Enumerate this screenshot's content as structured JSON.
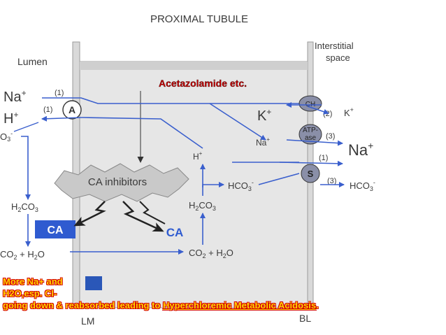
{
  "title": "PROXIMAL TUBULE",
  "labels": {
    "lumen": "Lumen",
    "interstitial_1": "Interstitial",
    "interstitial_2": "space",
    "lm": "LM",
    "bl": "BL",
    "drug": "Acetazolamide etc.",
    "ca_inhibitors": "CA inhibitors",
    "ca": "CA"
  },
  "lumen_side": {
    "na": "Na",
    "na_plus": "+",
    "na_step": "(1)",
    "h": "H",
    "h_plus": "+",
    "h_step": "(1)",
    "co3_partial": "O",
    "co3_sub": "3",
    "co3_charge": "-",
    "h2co3_a": "H",
    "h2co3_b": "2",
    "h2co3_c": "CO",
    "h2co3_d": "3",
    "co2_water": "CO",
    "co2_sub": "2",
    "co2_rest": " + H",
    "water_sub": "2",
    "water_o": "O"
  },
  "cell": {
    "transporter_a": "A",
    "h": "H",
    "h_plus": "+",
    "h2co3_a": "H",
    "h2co3_b": "2",
    "h2co3_c": "CO",
    "h2co3_d": "3",
    "co2": "CO",
    "co2_sub": "2",
    "co2_rest": " + H",
    "water_sub": "2",
    "water_o": "O",
    "hco3": "HCO",
    "hco3_sub": "3",
    "hco3_charge": "-",
    "k": "K",
    "k_plus": "+",
    "na": "Na",
    "na_plus": "+"
  },
  "basolateral": {
    "ch": "CH",
    "atp_1": "ATP-",
    "atp_2": "ase",
    "s": "S",
    "step_2": "(2)",
    "step_3a": "(3)",
    "step_1": "(1)",
    "step_3b": "(3)",
    "k_out": "K",
    "k_out_plus": "+",
    "na_out": "Na",
    "na_out_plus": "+",
    "hco3_out": "HCO",
    "hco3_out_sub": "3",
    "hco3_out_charge": "-"
  },
  "note": {
    "line1": "More Na+ and",
    "line2": "H2O,esp. Cl-",
    "line3_prefix": "going down & reabsorbed leading to ",
    "line3_link": "Hyperchloremic  Metabolic  Acidosis",
    "line3_suffix": "."
  },
  "colors": {
    "arrow": "#3a5fcd",
    "cell_fill": "#e6e6e6",
    "wall": "#9a9a9a",
    "ca_box": "#2f5bd0",
    "drug_text": "#cc0000",
    "note_text": "#ffd400",
    "note_outline": "#d40000"
  }
}
